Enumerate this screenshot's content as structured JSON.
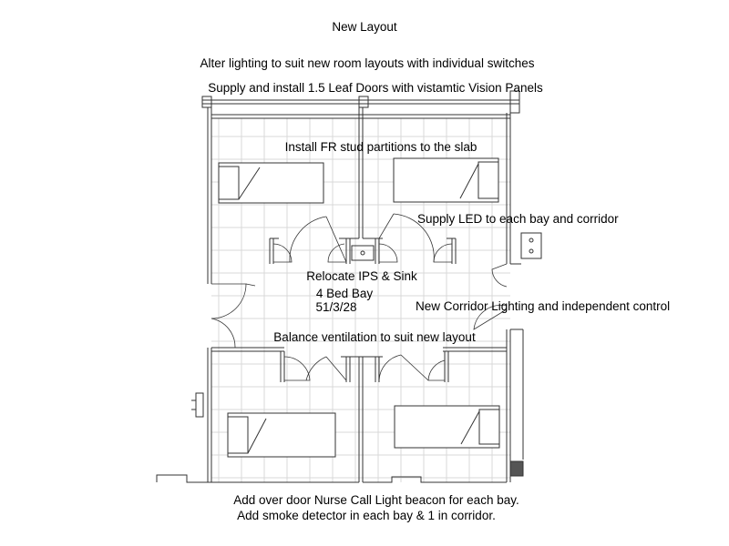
{
  "title": "New Layout",
  "notes": {
    "lighting": "Alter lighting to suit new room layouts with individual switches",
    "doors": "Supply and install 1.5 Leaf Doors with vistamtic Vision Panels",
    "partitions": "Install FR stud partitions to the slab",
    "led": "Supply LED to each bay and corridor",
    "ips": "Relocate IPS & Sink",
    "room_name": "4 Bed Bay",
    "room_code": "51/3/28",
    "corridor": "New Corridor Lighting and independent control",
    "ventilation": "Balance ventilation to suit new layout",
    "nurse_call": "Add over door Nurse Call Light beacon for each bay.",
    "smoke": "Add smoke detector in each bay & 1 in corridor."
  },
  "colors": {
    "line": "#333333",
    "grid": "#d8d8d8",
    "fill": "#555555"
  }
}
